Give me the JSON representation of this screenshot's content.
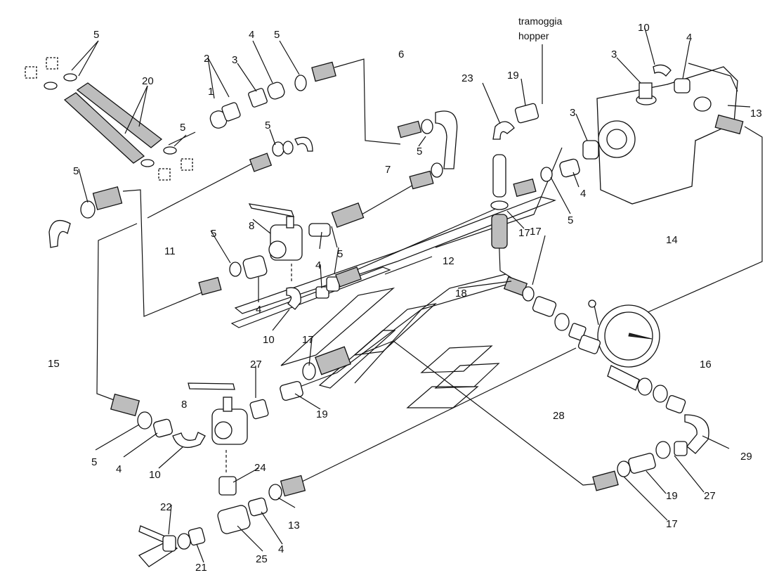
{
  "hopper_label_it": "tramoggia",
  "hopper_label_en": "hopper",
  "callouts": [
    "5",
    "20",
    "5",
    "1",
    "2",
    "3",
    "4",
    "5",
    "6",
    "5",
    "5",
    "23",
    "19",
    "10",
    "3",
    "4",
    "13",
    "3",
    "4",
    "5",
    "7",
    "5",
    "8",
    "5",
    "5",
    "17",
    "11",
    "4",
    "4",
    "12",
    "17",
    "14",
    "18",
    "10",
    "17",
    "16",
    "15",
    "27",
    "8",
    "19",
    "28",
    "29",
    "5",
    "4",
    "10",
    "24",
    "19",
    "27",
    "17",
    "22",
    "13",
    "4",
    "25",
    "21"
  ]
}
